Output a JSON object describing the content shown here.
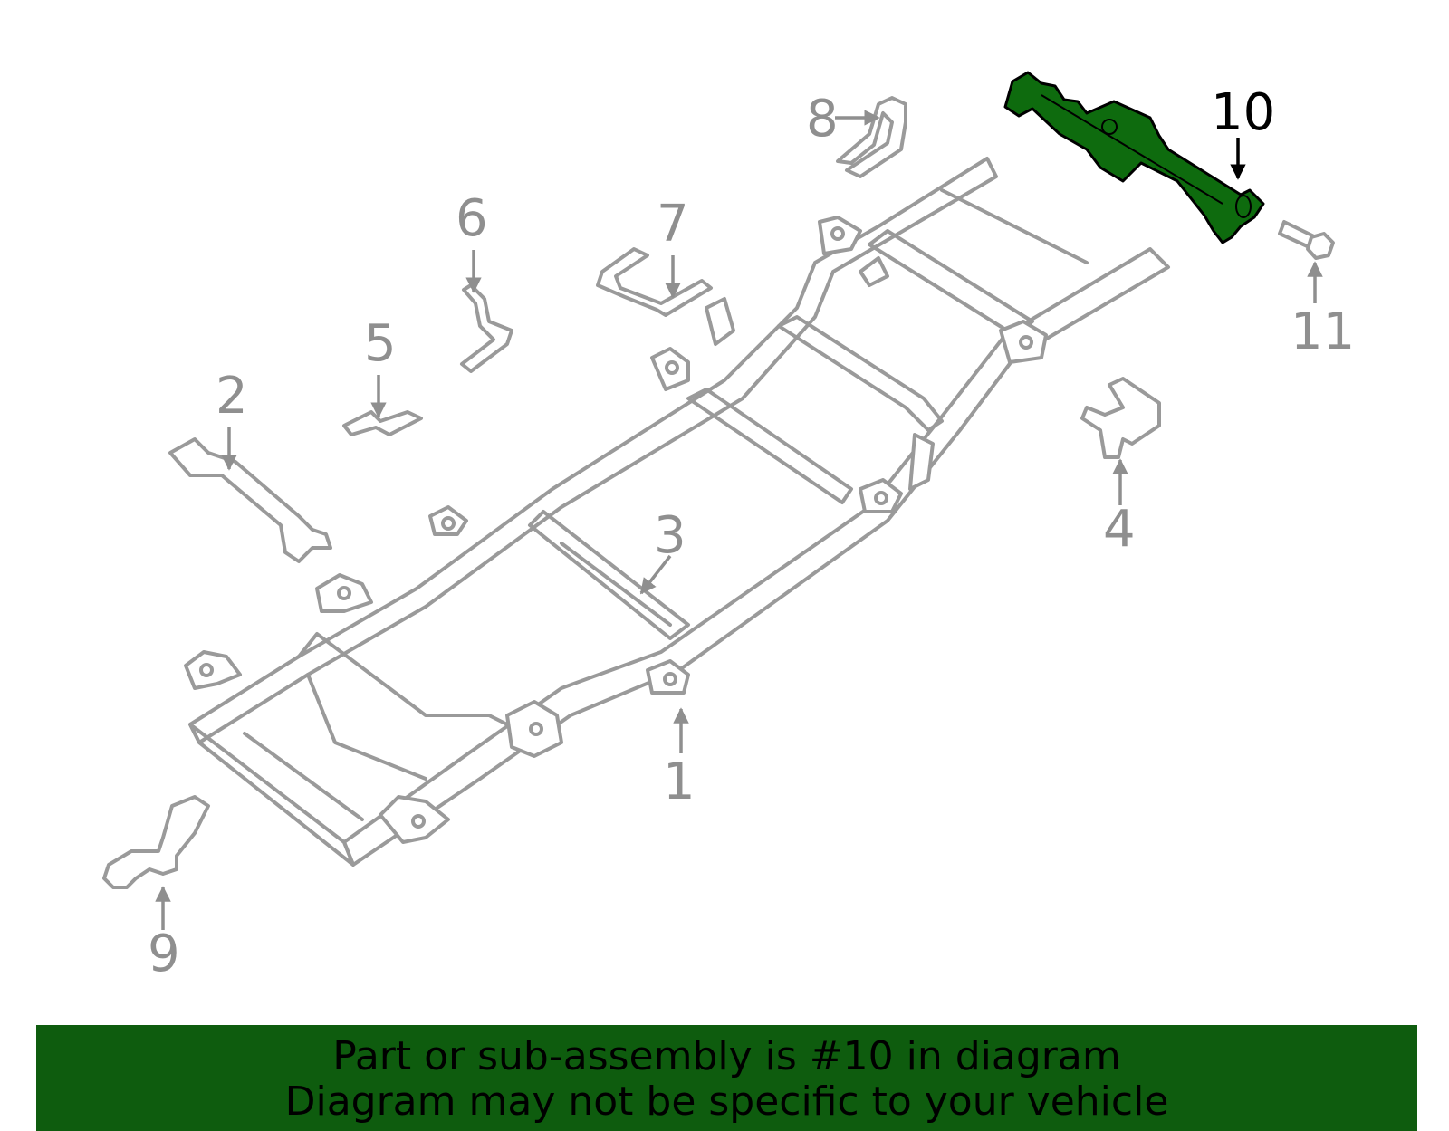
{
  "callouts": [
    {
      "id": "1",
      "label": "1"
    },
    {
      "id": "2",
      "label": "2"
    },
    {
      "id": "3",
      "label": "3"
    },
    {
      "id": "4",
      "label": "4"
    },
    {
      "id": "5",
      "label": "5"
    },
    {
      "id": "6",
      "label": "6"
    },
    {
      "id": "7",
      "label": "7"
    },
    {
      "id": "8",
      "label": "8"
    },
    {
      "id": "9",
      "label": "9"
    },
    {
      "id": "10",
      "label": "10"
    },
    {
      "id": "11",
      "label": "11"
    }
  ],
  "highlighted_part": "10",
  "colors": {
    "highlight_fill": "#0e6b0e",
    "banner_background": "#0e5c0e",
    "line_art": "#9a9a9a",
    "callout_text": "#8f8f8f",
    "highlight_text": "#000000"
  },
  "banner": {
    "line1": "Part or sub-assembly is #10 in diagram",
    "line2": "Diagram may not be specific to your vehicle"
  }
}
